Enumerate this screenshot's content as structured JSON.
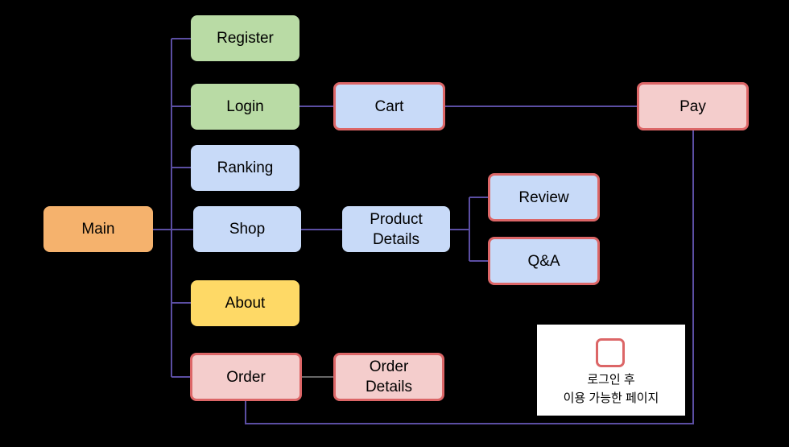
{
  "nodes": {
    "register": "Register",
    "login": "Login",
    "ranking": "Ranking",
    "shop": "Shop",
    "about": "About",
    "order": "Order",
    "main": "Main",
    "cart": "Cart",
    "product_details": "Product\nDetails",
    "order_details": "Order\nDetails",
    "review": "Review",
    "qna": "Q&A",
    "pay": "Pay"
  },
  "legend": {
    "text": "로그인 후\n이용 가능한 페이지"
  },
  "colors": {
    "background": "#000000",
    "public_page": "#c8daf8",
    "auth_fill": "#f4cdcc",
    "auth_border": "#dc6667",
    "register_login": "#b9dba5",
    "main": "#f5b26d",
    "about": "#fed966",
    "connector": "#5b4ea3",
    "connector_gray": "#666666"
  }
}
